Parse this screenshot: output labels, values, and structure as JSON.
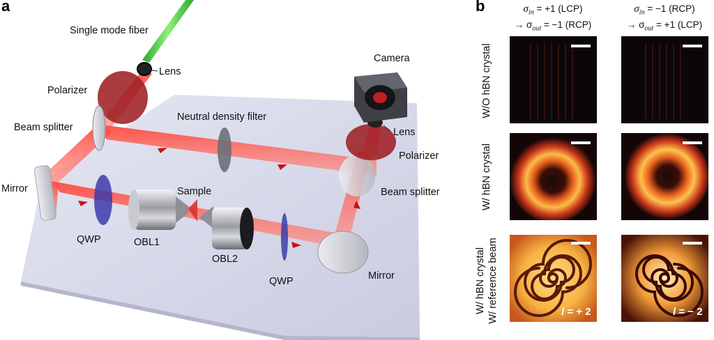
{
  "panel_a": {
    "letter": "a",
    "labels": {
      "single_mode_fiber": "Single mode fiber",
      "lens_top": "Lens",
      "polarizer_left": "Polarizer",
      "beam_splitter_left": "Beam splitter",
      "neutral_density_filter": "Neutral density filter",
      "camera": "Camera",
      "lens_right": "Lens",
      "polarizer_right": "Polarizer",
      "beam_splitter_right": "Beam splitter",
      "mirror_left": "Mirror",
      "sample": "Sample",
      "qwp_left": "QWP",
      "obl1": "OBL1",
      "obl2": "OBL2",
      "qwp_right": "QWP",
      "mirror_right": "Mirror"
    }
  },
  "panel_b": {
    "letter": "b",
    "columns": [
      {
        "sigma_in": "σ",
        "in_sub": "in",
        "in_val": " = +1 (LCP)",
        "sigma_out": "→ σ",
        "out_sub": "out",
        "out_val": " = −1 (RCP)"
      },
      {
        "sigma_in": "σ",
        "in_sub": "in",
        "in_val": " = −1 (RCP)",
        "sigma_out": "→ σ",
        "out_sub": "out",
        "out_val": " = +1 (LCP)"
      }
    ],
    "rows": [
      {
        "line1": "W/O hBN crystal",
        "line2": ""
      },
      {
        "line1": "W/ hBN crystal",
        "line2": ""
      },
      {
        "line1": "W/ hBN crystal",
        "line2": "W/ reference beam"
      }
    ],
    "l_labels": [
      {
        "sym": "l",
        "val": " = + 2"
      },
      {
        "sym": "l",
        "val": " = − 2"
      }
    ],
    "colors": {
      "dark_bg": "#0a0608",
      "hot_mid": "#d8461a",
      "hot_bright": "#ffd070"
    }
  }
}
